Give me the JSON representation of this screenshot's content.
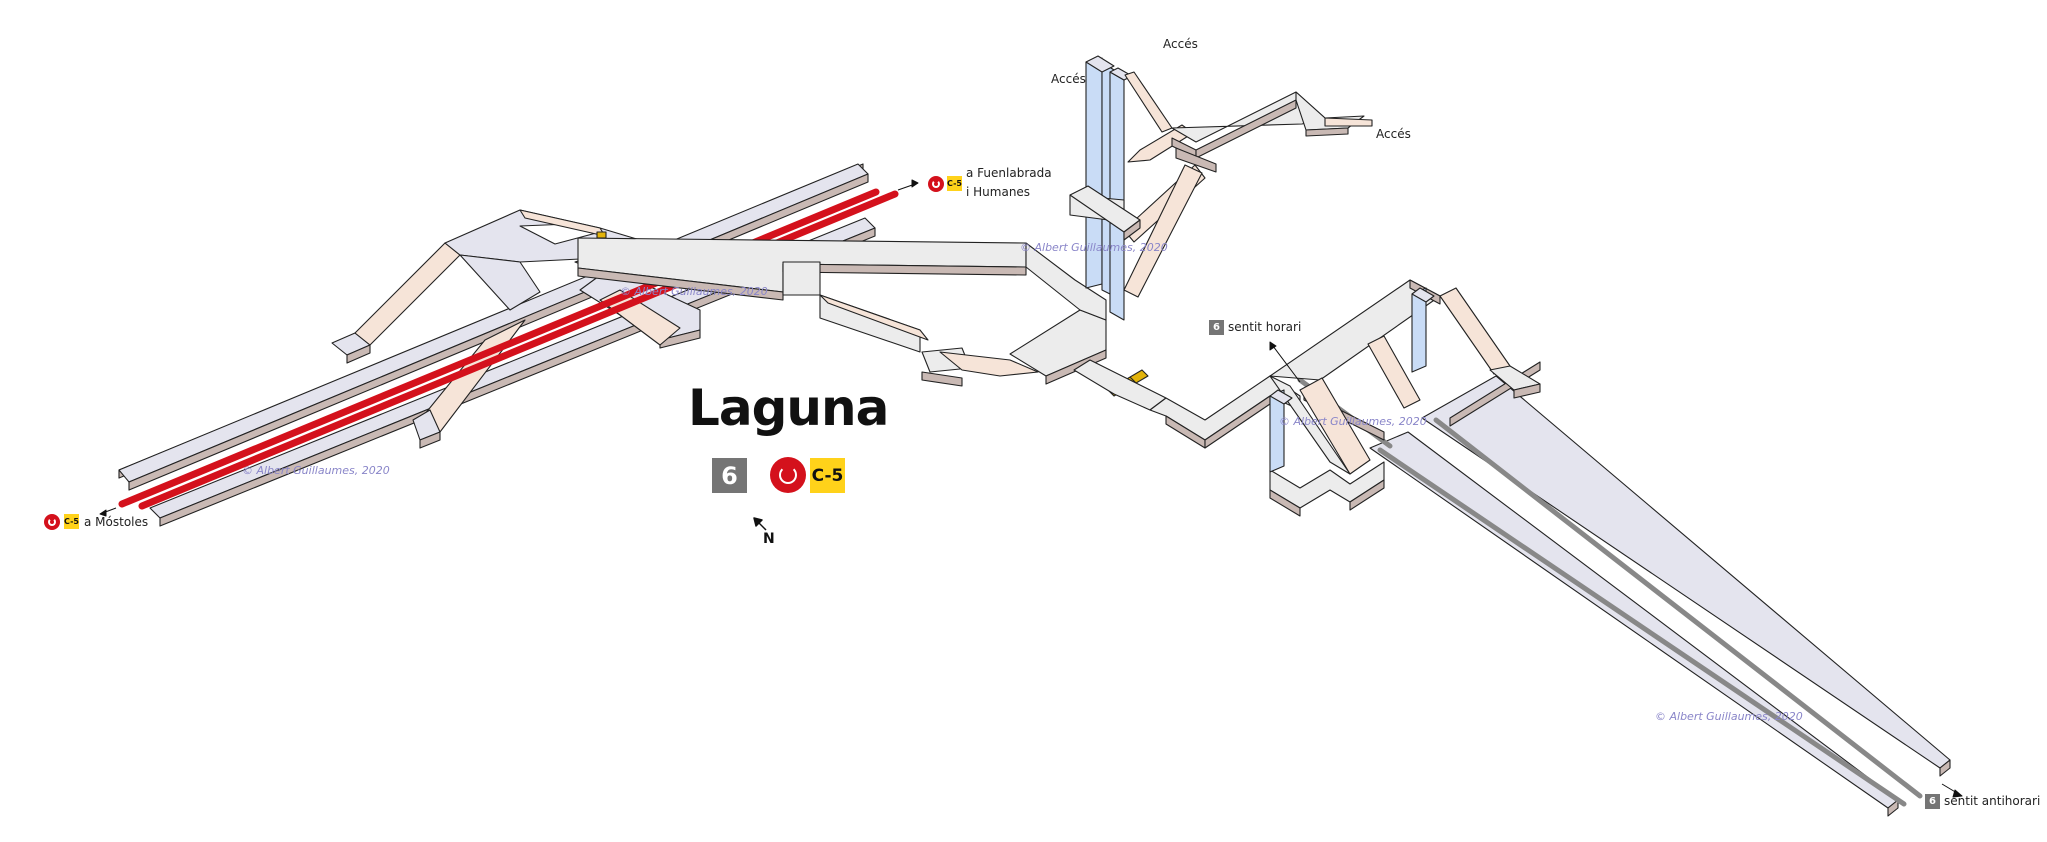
{
  "station": {
    "name": "Laguna",
    "metro_line": "6",
    "cercanias_line": "C-5"
  },
  "labels": {
    "access_1": "Accés",
    "access_2": "Accés",
    "access_3": "Accés",
    "to_fuenlabrada_line1": "a Fuenlabrada",
    "to_fuenlabrada_line2": "i Humanes",
    "to_mostoles": "a Móstoles",
    "clockwise": "sentit horari",
    "counterclockwise": "sentit antihorari",
    "north": "N"
  },
  "watermarks": [
    "© Albert Guillaumes, 2020",
    "© Albert Guillaumes, 2020",
    "© Albert Guillaumes, 2020",
    "© Albert Guillaumes, 2020",
    "© Albert Guillaumes, 2020"
  ],
  "colors": {
    "metro6": "#757575",
    "cercanias": "#d4111c",
    "c5": "#ffd21a",
    "platform_top": "#ececf3",
    "corridor_top": "#ececec",
    "stairs": "#f6e4d8",
    "elevator": "#c9dcf6",
    "escalator": "#e2b30a"
  },
  "icons": {
    "cercanias": "cercanias-icon",
    "north_arrow": "north-arrow-icon"
  }
}
